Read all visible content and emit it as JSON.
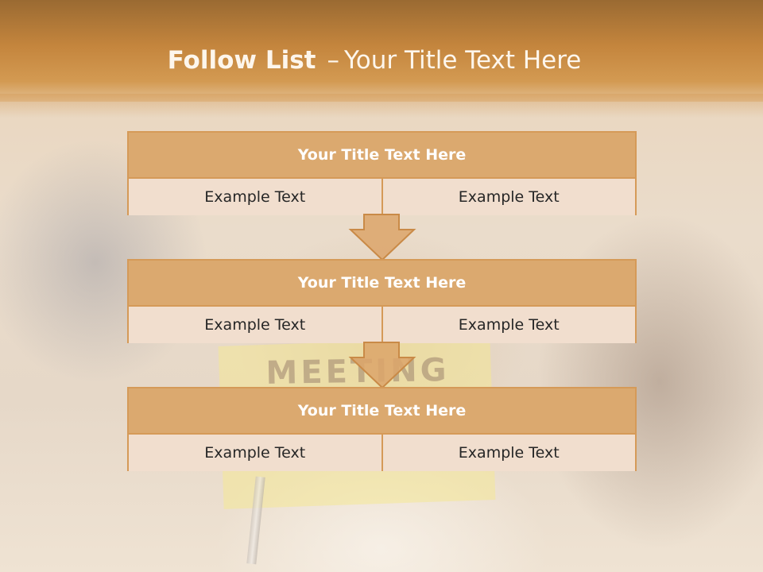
{
  "slide": {
    "title_bold": "Follow List",
    "title_dash": "–",
    "title_rest": "Your Title Text Here",
    "background_word": "MEETING"
  },
  "steps": [
    {
      "title": "Your Title Text Here",
      "left": "Example Text",
      "right": "Example Text"
    },
    {
      "title": "Your Title Text Here",
      "left": "Example Text",
      "right": "Example Text"
    },
    {
      "title": "Your Title Text Here",
      "left": "Example Text",
      "right": "Example Text"
    }
  ],
  "colors": {
    "header": "#c4853d",
    "box_header": "#dba96f",
    "box_body": "#f1dece",
    "border": "#d59a58",
    "arrow": "#dca56a"
  },
  "icons": {
    "connector": "down-arrow-icon"
  }
}
